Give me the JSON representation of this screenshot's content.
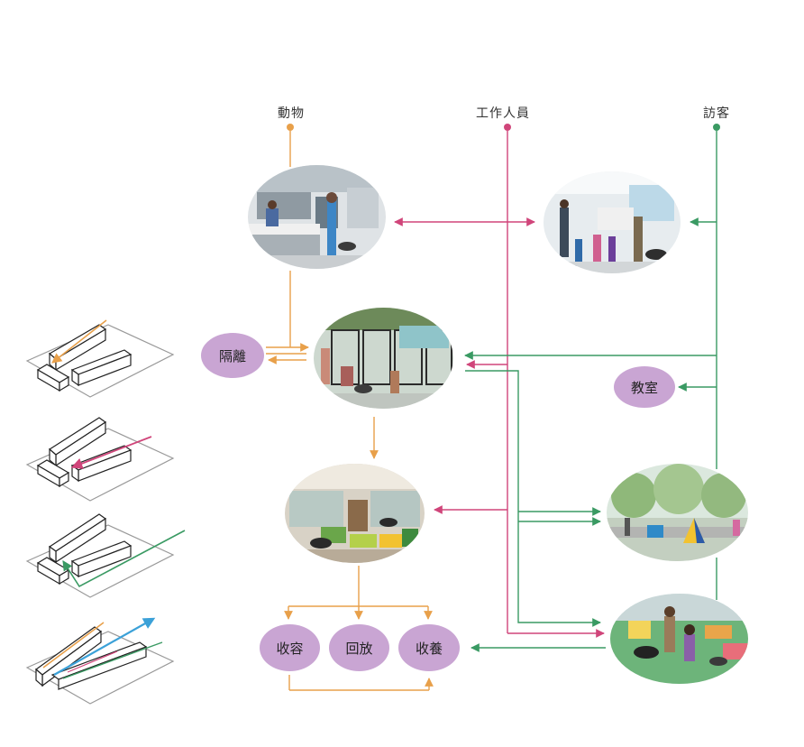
{
  "headers": {
    "animals": "動物",
    "staff": "工作人員",
    "visitors": "訪客"
  },
  "nodes": {
    "quarantine": "隔離",
    "classroom": "教室",
    "shelter": "收容",
    "release": "回放",
    "adoption": "收養"
  },
  "photos": {
    "vet_clinic": "veterinary-room-photo",
    "lobby": "lobby-photo",
    "kennels": "kennel-photo",
    "indoor_play": "indoor-play-photo",
    "outdoor_park": "outdoor-park-photo",
    "adoption_yard": "adoption-yard-photo"
  },
  "colors": {
    "animals": "#e8a04a",
    "staff": "#d0457a",
    "visitors": "#3a9a63",
    "bubble": "#c9a5d3",
    "blue_arrow": "#3ba1d8"
  },
  "icons": [
    "massing-diagram-animals",
    "massing-diagram-staff",
    "massing-diagram-visitors",
    "massing-diagram-combined"
  ]
}
